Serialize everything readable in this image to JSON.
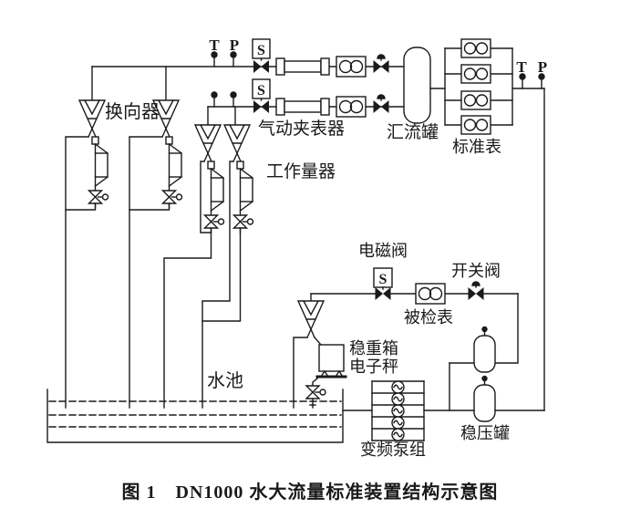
{
  "colors": {
    "ink": "#1a1a1a",
    "paper": "#ffffff"
  },
  "symbols": {
    "solenoid": "S",
    "temperature": "T",
    "pressure": "P"
  },
  "labels": {
    "diverter": "换向器",
    "pneumatic_clamp": "气动夹表器",
    "working_gauge": "工作量器",
    "manifold_tank": "汇流罐",
    "standard_meters": "标准表",
    "solenoid_valve": "电磁阀",
    "meter_under_test": "被检表",
    "switch_valve": "开关阀",
    "weighing_box": "稳重箱",
    "electronic_scale": "电子秤",
    "water_pool": "水池",
    "pump_group": "变频泵组",
    "pressure_tank": "稳压罐"
  },
  "caption": "图 1　DN1000 水大流量标准装置结构示意图"
}
